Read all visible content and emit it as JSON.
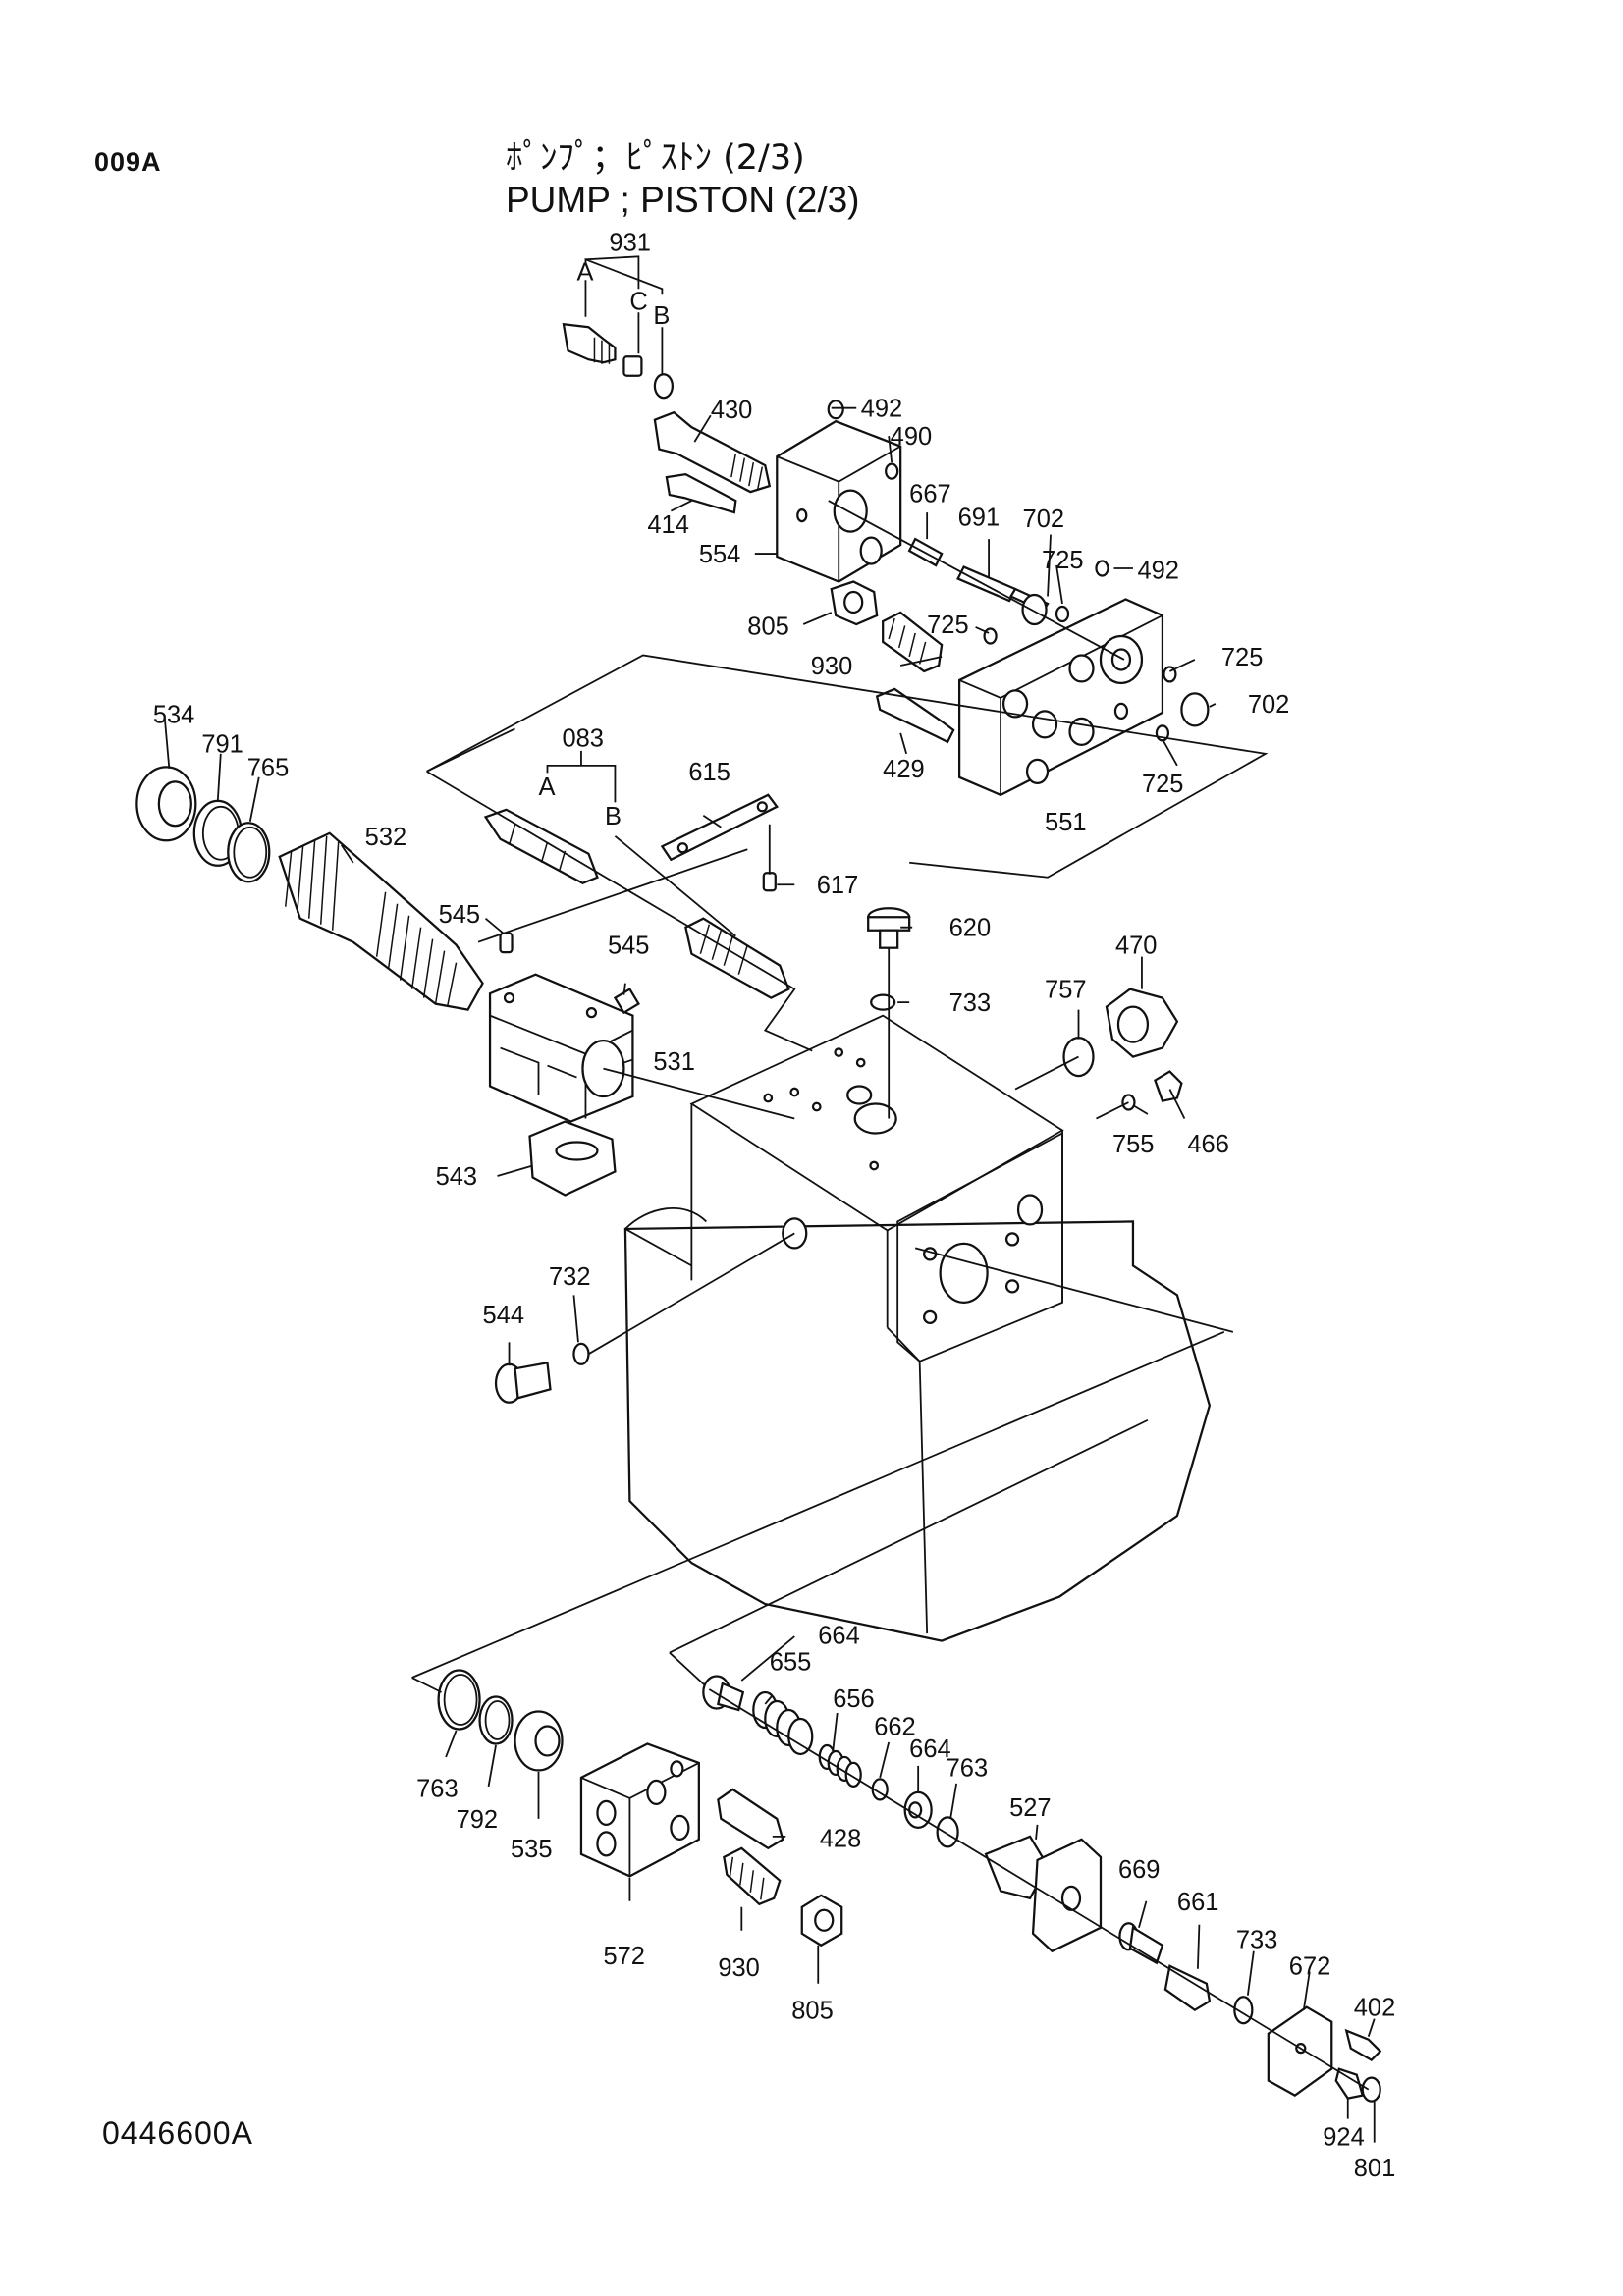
{
  "header": {
    "page_code": "009A",
    "title_jp": "ﾎﾟﾝﾌﾟ；ﾋﾟｽﾄﾝ (2/3)",
    "title_en": "PUMP ; PISTON (2/3)"
  },
  "footer": {
    "drawing_number": "0446600A"
  },
  "parts": {
    "p931": "931",
    "sub_A": "A",
    "sub_B": "B",
    "sub_C": "C",
    "p430": "430",
    "p492": "492",
    "p490": "490",
    "p414": "414",
    "p554": "554",
    "p667": "667",
    "p691": "691",
    "p702": "702",
    "p725": "725",
    "p805": "805",
    "p930": "930",
    "p429": "429",
    "p551": "551",
    "p083": "083",
    "p615": "615",
    "p617": "617",
    "p534": "534",
    "p791": "791",
    "p765": "765",
    "p532": "532",
    "p545": "545",
    "p531": "531",
    "p543": "543",
    "p620": "620",
    "p733": "733",
    "p470": "470",
    "p757": "757",
    "p755": "755",
    "p466": "466",
    "p544": "544",
    "p732": "732",
    "p664": "664",
    "p655": "655",
    "p656": "656",
    "p662": "662",
    "p763": "763",
    "p792": "792",
    "p535": "535",
    "p428": "428",
    "p572": "572",
    "p527": "527",
    "p669": "669",
    "p661": "661",
    "p672": "672",
    "p402": "402",
    "p924": "924",
    "p801": "801"
  }
}
